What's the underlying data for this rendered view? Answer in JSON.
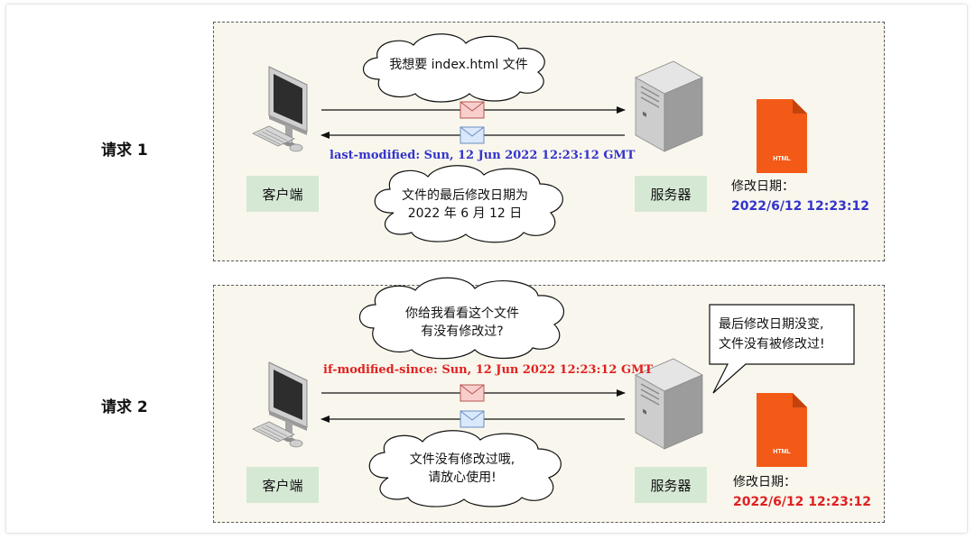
{
  "colors": {
    "blue_text": "#3333cc",
    "red_text": "#e02020",
    "node_fill": "#d5e8d4",
    "panel_fill": "#f9f7ed",
    "html_icon": "#f35a17",
    "envelope_red": "#f8cecc",
    "envelope_blue": "#dae8fc"
  },
  "request1": {
    "label": "请求 1",
    "client_label": "客户端",
    "server_label": "服务器",
    "cloud_top": "我想要 index.html 文件",
    "header_text": "last-modified: Sun, 12 Jun 2022 12:23:12 GMT",
    "cloud_bottom_line1": "文件的最后修改日期为",
    "cloud_bottom_line2": "2022 年 6 月 12 日",
    "file_icon_label": "HTML",
    "modified_label": "修改日期：",
    "modified_value": "2022/6/12 12:23:12"
  },
  "request2": {
    "label": "请求 2",
    "client_label": "客户端",
    "server_label": "服务器",
    "cloud_top_line1": "你给我看看这个文件",
    "cloud_top_line2": "有没有修改过?",
    "header_text": "if-modified-since: Sun, 12 Jun 2022 12:23:12 GMT",
    "cloud_bottom_line1": "文件没有修改过哦,",
    "cloud_bottom_line2": "请放心使用!",
    "callout_line1": "最后修改日期没变,",
    "callout_line2": "文件没有被修改过!",
    "file_icon_label": "HTML",
    "modified_label": "修改日期：",
    "modified_value": "2022/6/12 12:23:12"
  }
}
